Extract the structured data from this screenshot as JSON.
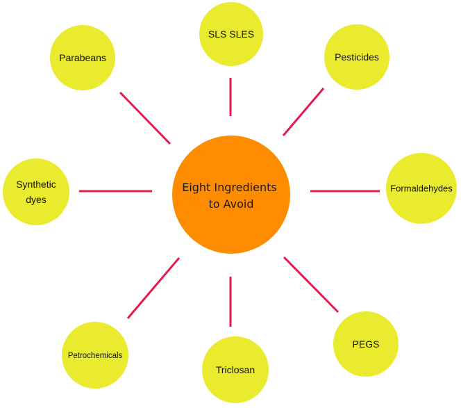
{
  "center": {
    "label_lines": [
      "Eight Ingredients",
      "to Avoid"
    ],
    "color": "#fd8c00"
  },
  "node_color": "#eaea2e",
  "connector_color": "#e8194a",
  "nodes": [
    {
      "id": "sls-sles",
      "lines": [
        "SLS SLES"
      ]
    },
    {
      "id": "pesticides",
      "lines": [
        "Pesticides"
      ]
    },
    {
      "id": "formaldehydes",
      "lines": [
        "Formaldehydes"
      ]
    },
    {
      "id": "pegs",
      "lines": [
        "PEGS"
      ]
    },
    {
      "id": "triclosan",
      "lines": [
        "Triclosan"
      ]
    },
    {
      "id": "petrochemicals",
      "lines": [
        "Petrochemicals"
      ]
    },
    {
      "id": "synthetic-dyes",
      "lines": [
        "Synthetic",
        "dyes"
      ]
    },
    {
      "id": "parabeans",
      "lines": [
        "Parabeans"
      ]
    }
  ]
}
